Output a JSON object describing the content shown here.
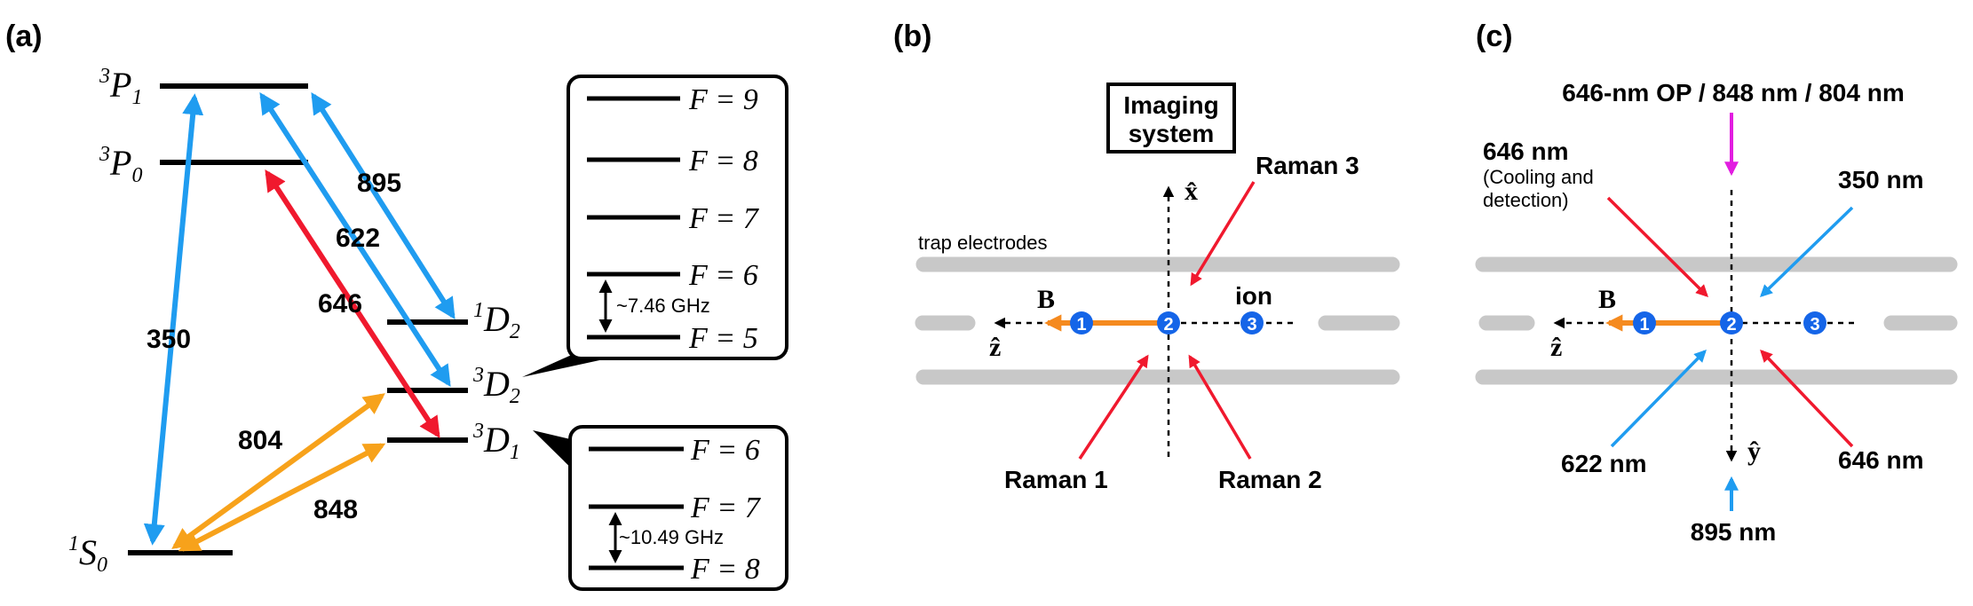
{
  "colors": {
    "blue": "#1f9cf0",
    "red": "#f0192e",
    "orange": "#f7a21b",
    "magenta": "#e21de0",
    "gray": "#c8c8c8",
    "ion_blue": "#1565e8",
    "ion_arrow": "#f58a1f",
    "black": "#000000"
  },
  "panel_a": {
    "label": "(a)",
    "levels": {
      "P1": {
        "sup": "3",
        "main": "P",
        "sub": "1"
      },
      "P0": {
        "sup": "3",
        "main": "P",
        "sub": "0"
      },
      "S0": {
        "sup": "1",
        "main": "S",
        "sub": "0"
      },
      "D2s": {
        "sup": "1",
        "main": "D",
        "sub": "2"
      },
      "D2t": {
        "sup": "3",
        "main": "D",
        "sub": "2"
      },
      "D1": {
        "sup": "3",
        "main": "D",
        "sub": "1"
      }
    },
    "transitions": {
      "t350": "350",
      "t646": "646",
      "t622": "622",
      "t895": "895",
      "t804": "804",
      "t848": "848"
    },
    "d2_hyperfine": {
      "levels": [
        "F = 9",
        "F = 8",
        "F = 7",
        "F = 6",
        "F = 5"
      ],
      "splitting": "~7.46 GHz"
    },
    "d1_hyperfine": {
      "levels": [
        "F = 6",
        "F = 7",
        "F = 8"
      ],
      "splitting": "~10.49 GHz"
    }
  },
  "panel_b": {
    "label": "(b)",
    "imaging_line1": "Imaging",
    "imaging_line2": "system",
    "x_axis": "x̂",
    "z_axis": "ẑ",
    "field": "B",
    "electrodes": "trap electrodes",
    "ion": "ion",
    "ions": [
      "1",
      "2",
      "3"
    ],
    "raman1": "Raman 1",
    "raman2": "Raman 2",
    "raman3": "Raman 3"
  },
  "panel_c": {
    "label": "(c)",
    "top_beam": "646-nm OP / 848 nm / 804 nm",
    "cool_main": "646 nm",
    "cool_sub1": "(Cooling and",
    "cool_sub2": "detection)",
    "b350": "350 nm",
    "b622": "622 nm",
    "b646": "646 nm",
    "b895": "895 nm",
    "y_axis": "ŷ",
    "z_axis": "ẑ",
    "field": "B",
    "ions": [
      "1",
      "2",
      "3"
    ]
  }
}
